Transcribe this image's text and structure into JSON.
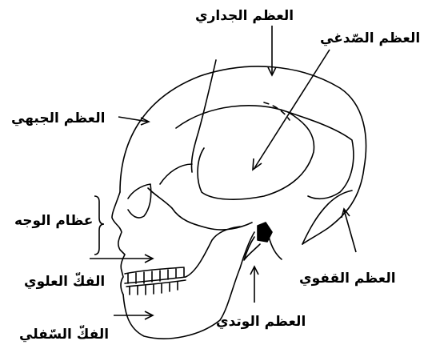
{
  "labels": {
    "parietal": "العظم الجداري",
    "temporal": "العظم الصّدغي",
    "frontal": "العظم الجبهي",
    "face": "عظام الوجه",
    "upper_jaw": "الفكّ العلوي",
    "lower_jaw": "الفكّ السّفلي",
    "sphenoid": "العظم الوتدي",
    "occipital": "العظم القفوي"
  },
  "colors": {
    "ink": "#000000",
    "background": "#ffffff"
  }
}
